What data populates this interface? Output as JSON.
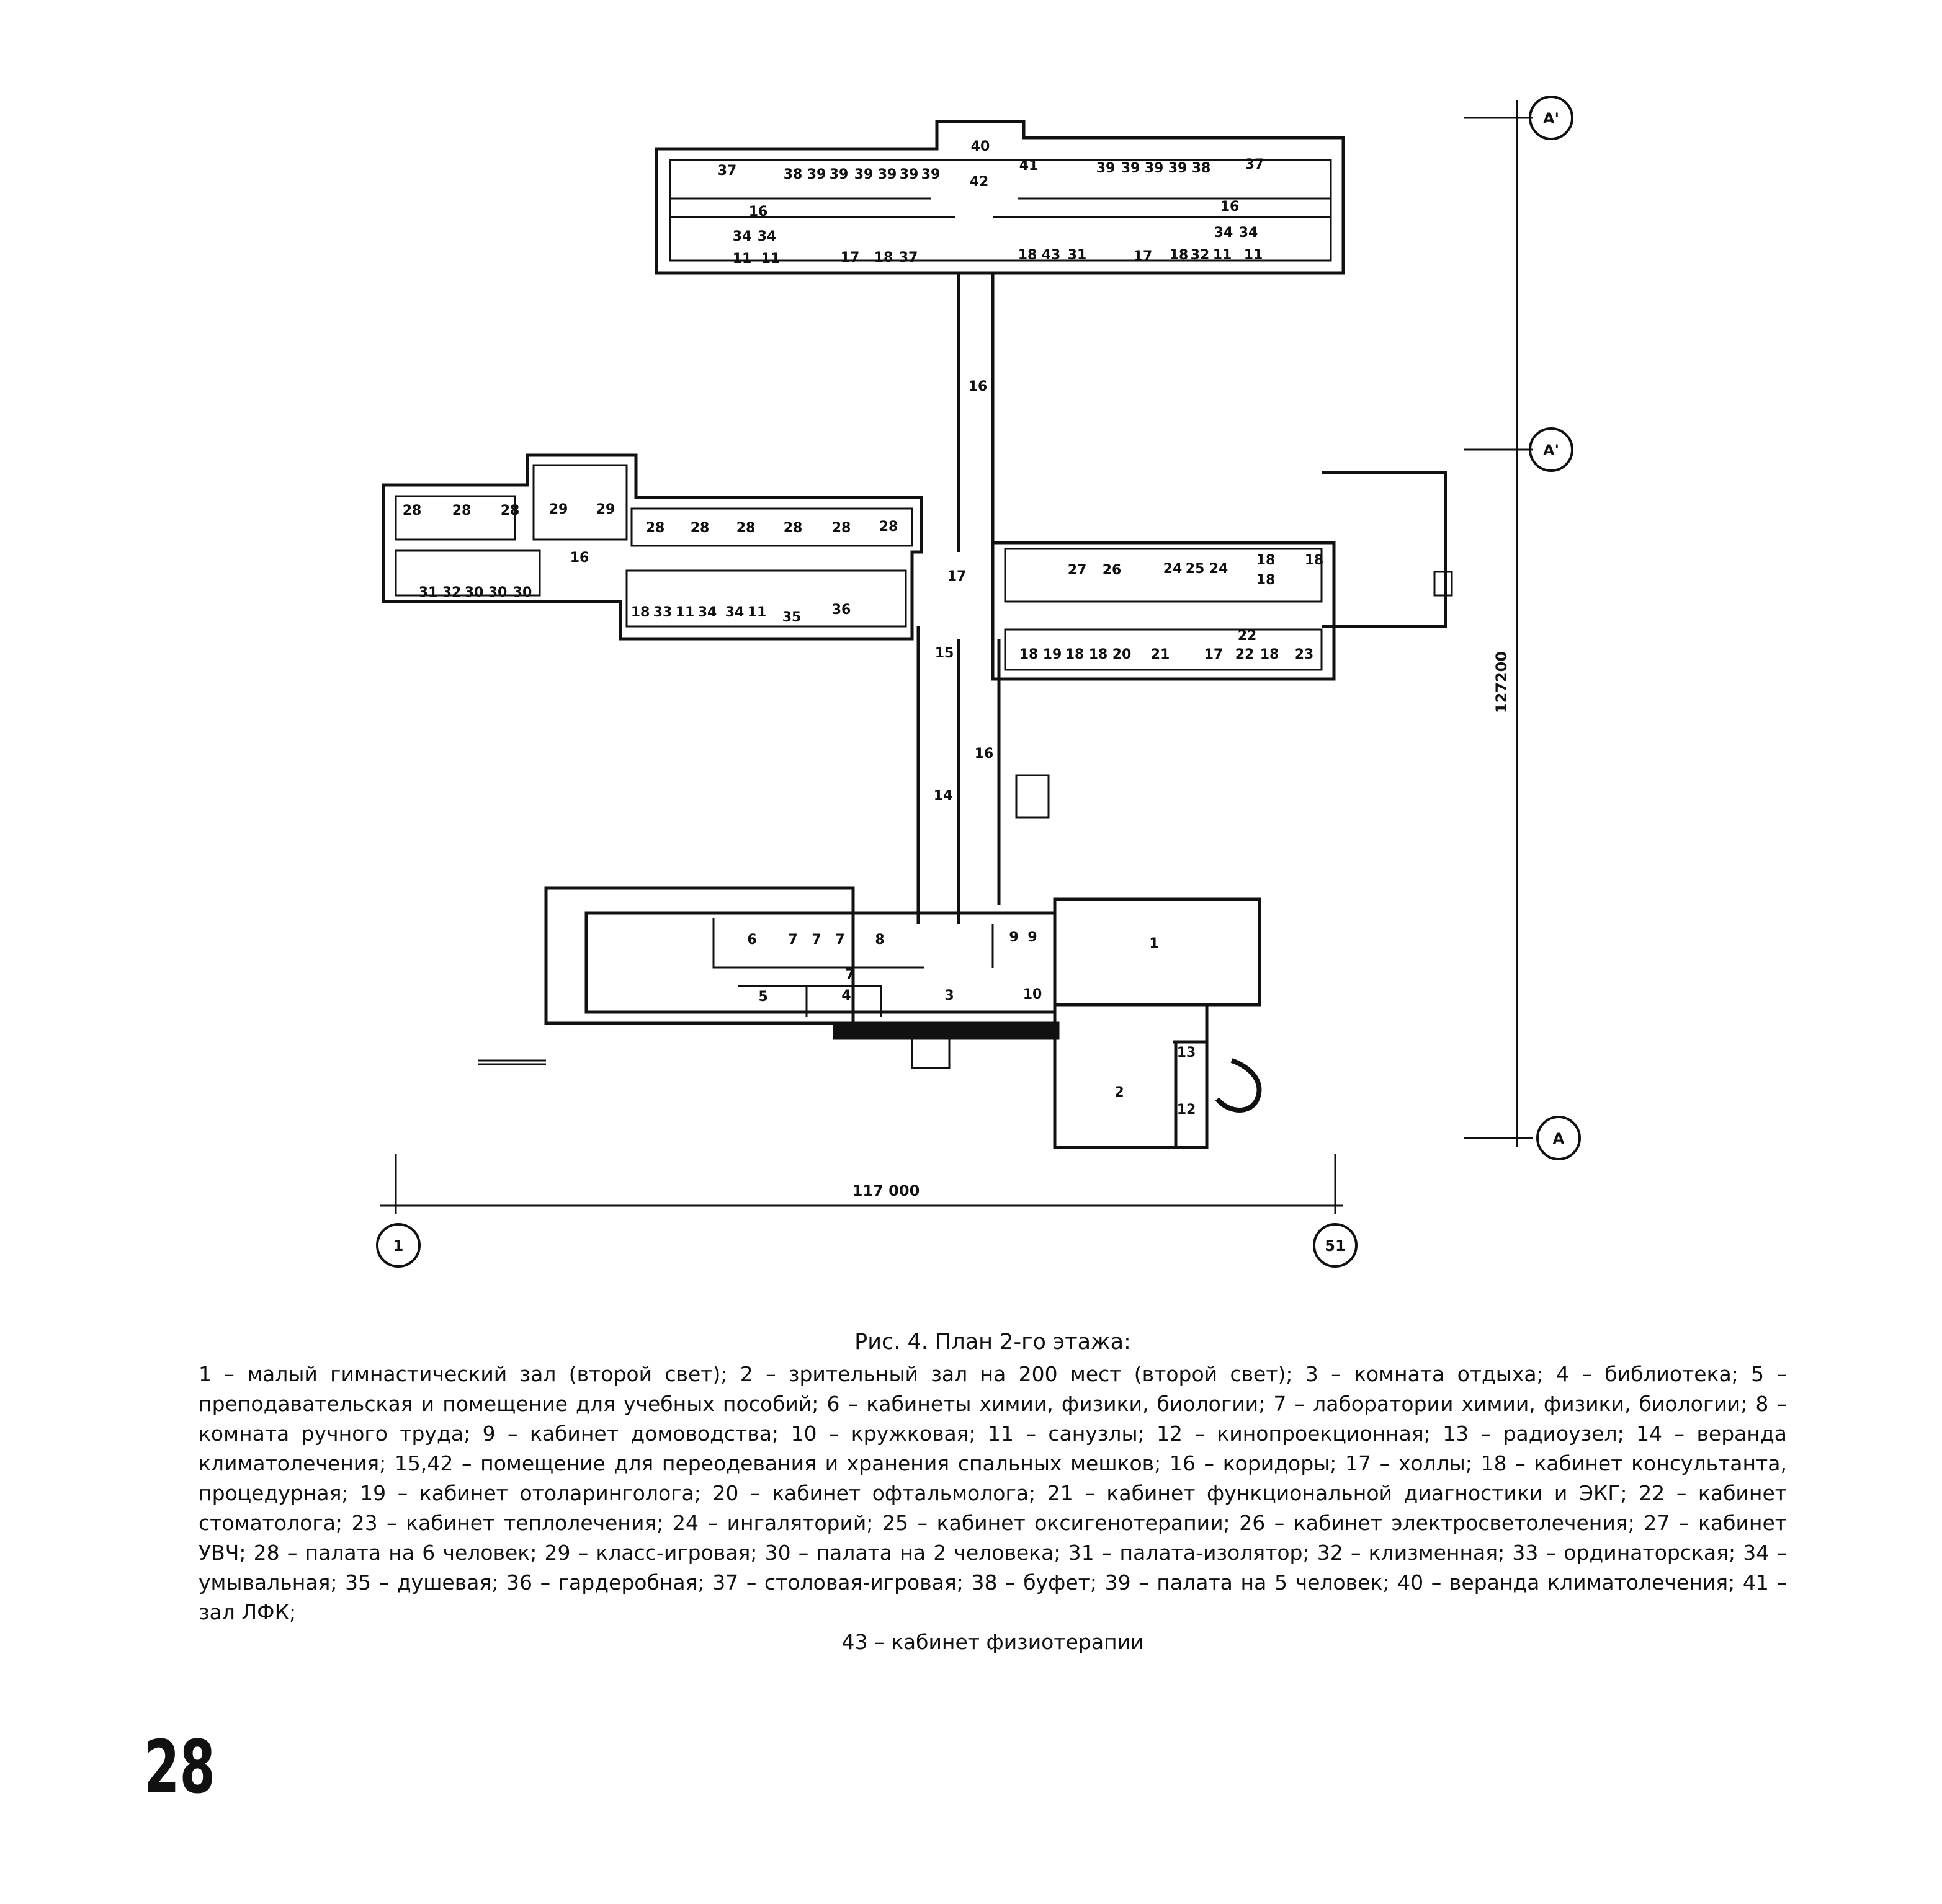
{
  "plan": {
    "rooms": [
      {
        "n": "40"
      },
      {
        "n": "41"
      },
      {
        "n": "42"
      },
      {
        "n": "37"
      },
      {
        "n": "38"
      },
      {
        "n": "39"
      },
      {
        "n": "16"
      },
      {
        "n": "34"
      },
      {
        "n": "11"
      },
      {
        "n": "17"
      },
      {
        "n": "18"
      },
      {
        "n": "43"
      },
      {
        "n": "31"
      },
      {
        "n": "32"
      },
      {
        "n": "28"
      },
      {
        "n": "29"
      },
      {
        "n": "30"
      },
      {
        "n": "33"
      },
      {
        "n": "35"
      },
      {
        "n": "36"
      },
      {
        "n": "15"
      },
      {
        "n": "27"
      },
      {
        "n": "26"
      },
      {
        "n": "24"
      },
      {
        "n": "25"
      },
      {
        "n": "19"
      },
      {
        "n": "20"
      },
      {
        "n": "21"
      },
      {
        "n": "22"
      },
      {
        "n": "23"
      },
      {
        "n": "14"
      },
      {
        "n": "1"
      },
      {
        "n": "2"
      },
      {
        "n": "3"
      },
      {
        "n": "4"
      },
      {
        "n": "5"
      },
      {
        "n": "6"
      },
      {
        "n": "7"
      },
      {
        "n": "8"
      },
      {
        "n": "9"
      },
      {
        "n": "10"
      },
      {
        "n": "12"
      },
      {
        "n": "13"
      }
    ],
    "dimensions": {
      "width": "117 000",
      "height": "127200"
    },
    "axes": {
      "left": "1",
      "right": "51",
      "top": "A'",
      "middle": "A'",
      "bottom": "A"
    }
  },
  "caption": {
    "title": "Рис. 4.  План 2-го этажа:",
    "body": "1 – малый гимнастический зал (второй свет); 2 – зрительный зал на 200 мест (второй свет); 3 – комната отдыха; 4 – библиотека; 5 – преподавательская и помещение для учебных пособий; 6 – кабинеты химии, физики, биологии; 7 – лаборатории химии, физики, биологии; 8 – комната ручного труда; 9 – кабинет домоводства; 10 – кружковая; 11 – санузлы; 12 – кинопроекционная; 13 – радиоузел; 14 – веранда климатолечения; 15,42 – помещение для переодевания и хранения спальных мешков; 16 – коридоры; 17 – холлы; 18 – кабинет консультанта, процедурная; 19 – кабинет отоларинголога; 20 – кабинет офтальмолога; 21 – кабинет функциональной диагностики и ЭКГ; 22 – кабинет стоматолога; 23 – кабинет теплолечения; 24 – ингаляторий; 25 – кабинет оксигенотерапии; 26 – кабинет электросветолечения; 27 – кабинет УВЧ; 28 – палата на 6 человек; 29 – класс-игровая; 30 – палата на 2 человека; 31 – палата-изолятор; 32 – клизменная; 33 – ординаторская; 34 – умывальная; 35 – душевая; 36 – гардеробная; 37 – столовая-игровая; 38 – буфет; 39 – палата на 5 человек; 40 – веранда климатолечения; 41 – зал ЛФК;",
    "last": "43 – кабинет физиотерапии"
  },
  "page_number": "28"
}
